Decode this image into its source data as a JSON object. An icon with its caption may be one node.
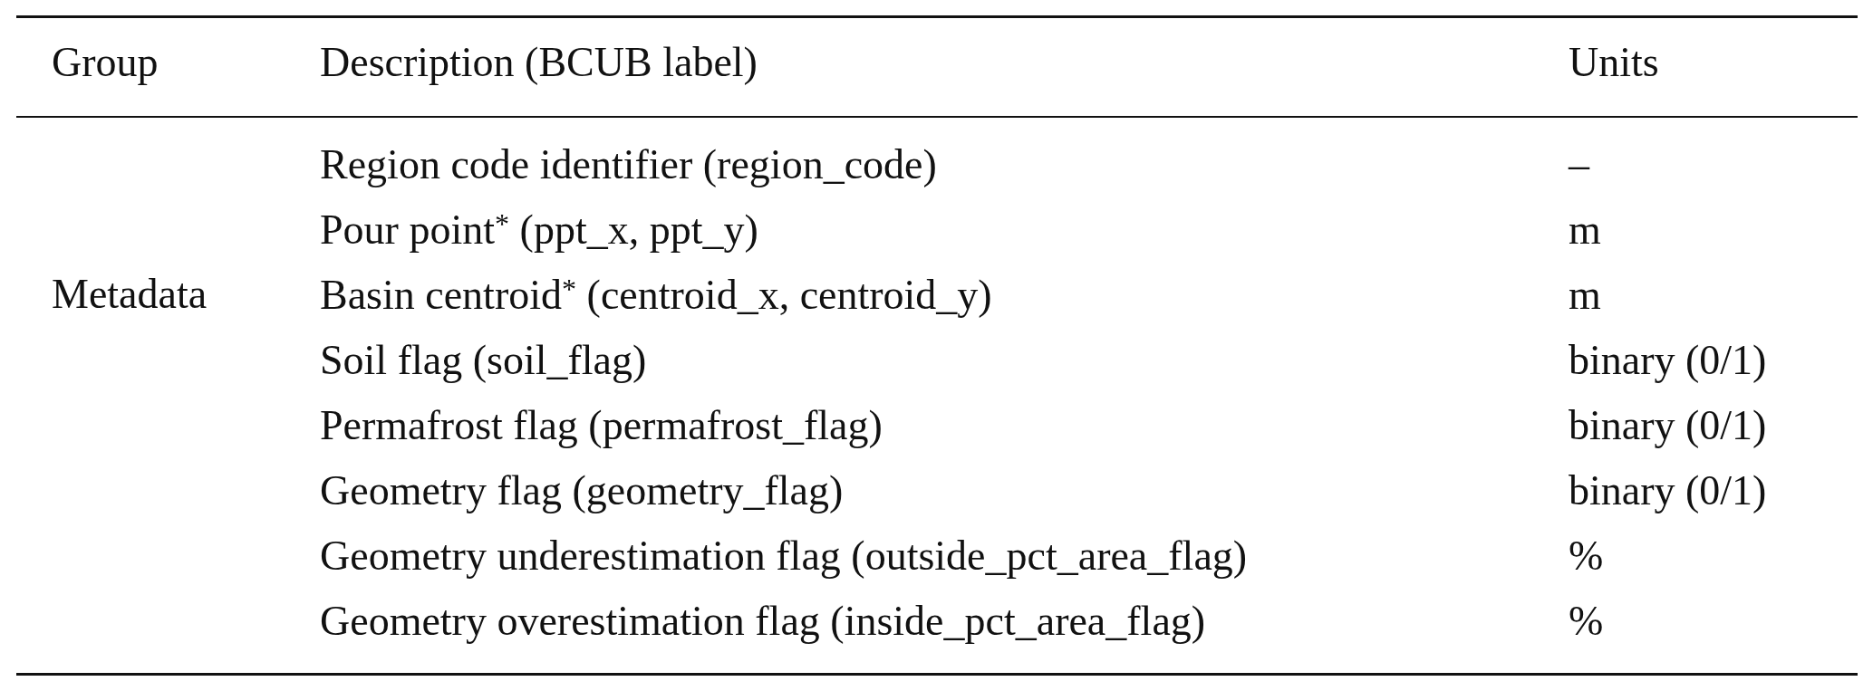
{
  "diagram": {
    "labels": [
      "Group",
      "Description (BCUB label)",
      "Units",
      "Region code identifier (region_code)",
      "–",
      "Pour point$^{*}$ (ppt_x, ppt_y)",
      "m",
      "Metadata",
      "Basin centroid$^{*}$ (centroid_x, centroid_y)",
      "m",
      "Soil flag (soil_flag)",
      "binary (0/1)",
      "Permafrost flag (permafrost_flag)",
      "binary (0/1)",
      "Geometry flag (geometry_flag)",
      "binary (0/1)",
      "Geometry underestimation flag (outside_pct_area_flag)",
      "%",
      "Geometry overestimation flag (inside_pct_area_flag)",
      "%"
    ]
  }
}
